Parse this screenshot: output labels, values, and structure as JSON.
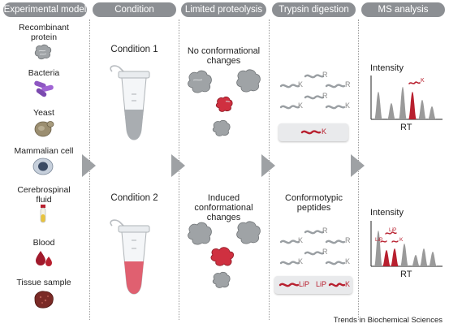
{
  "headers": [
    "Experimental model",
    "Condition",
    "Limited proteolysis",
    "Trypsin digestion",
    "MS analysis"
  ],
  "models": [
    {
      "label": "Recombinant\nprotein"
    },
    {
      "label": "Bacteria"
    },
    {
      "label": "Yeast"
    },
    {
      "label": "Mammalian cell"
    },
    {
      "label": "Cerebrospinal\nfluid"
    },
    {
      "label": "Blood"
    },
    {
      "label": "Tissue sample"
    }
  ],
  "conditions": {
    "c1": "Condition 1",
    "c2": "Condition 2"
  },
  "proteolysis": {
    "top": "No conformational\nchanges",
    "bottom": "Induced conformational\nchanges"
  },
  "digestion": {
    "bottom_title": "Conformotypic\npeptides",
    "r": "R",
    "k": "K",
    "lip": "LiP"
  },
  "ms": {
    "y_label": "Intensity",
    "x_label": "RT"
  },
  "footer": "Trends in Biochemical Sciences",
  "colors": {
    "header": "#8c8f93",
    "red": "#b8202f",
    "gray_peak": "#9a9a9a",
    "arrow": "#9ea1a4"
  }
}
